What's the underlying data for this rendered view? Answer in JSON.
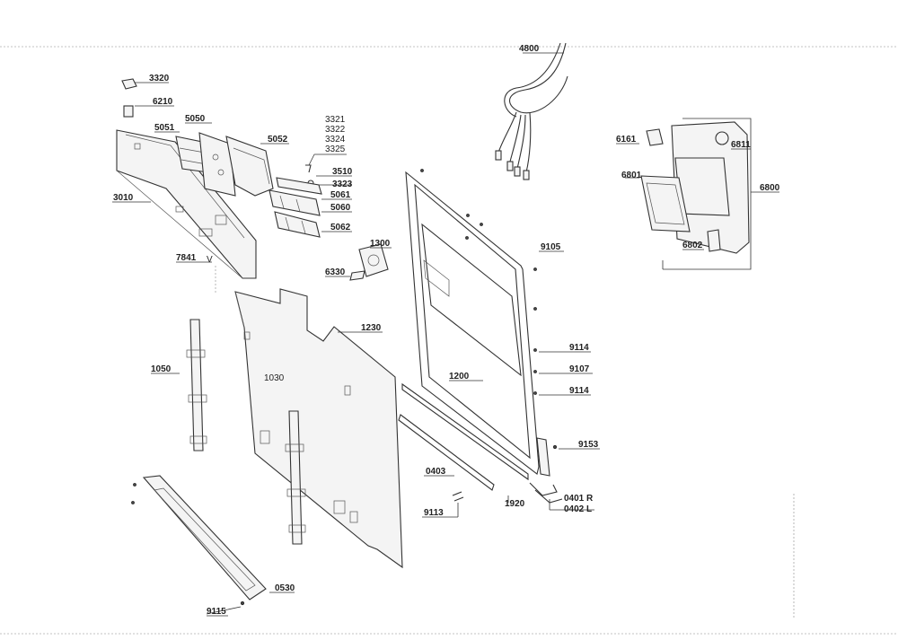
{
  "labels": {
    "p4800": "4800",
    "p3320": "3320",
    "p6210": "6210",
    "p5050": "5050",
    "p5051": "5051",
    "p5052": "5052",
    "p3321": "3321",
    "p3322": "3322",
    "p3324": "3324",
    "p3325": "3325",
    "p3510": "3510",
    "p3323": "3323",
    "p5061": "5061",
    "p5060": "5060",
    "p5062": "5062",
    "p3010": "3010",
    "p7841": "7841",
    "p1300": "1300",
    "p6330": "6330",
    "p1230": "1230",
    "p1050": "1050",
    "p1030": "1030",
    "p1200": "1200",
    "p9105": "9105",
    "p9114a": "9114",
    "p9107": "9107",
    "p9114b": "9114",
    "p9153": "9153",
    "p0403": "0403",
    "p1920": "1920",
    "p0401": "0401 R",
    "p0402": "0402 L",
    "p9113": "9113",
    "p0530": "0530",
    "p9115": "9115",
    "p6161": "6161",
    "p6811": "6811",
    "p6801": "6801",
    "p6800": "6800",
    "p6802": "6802",
    "v7841": "V"
  }
}
